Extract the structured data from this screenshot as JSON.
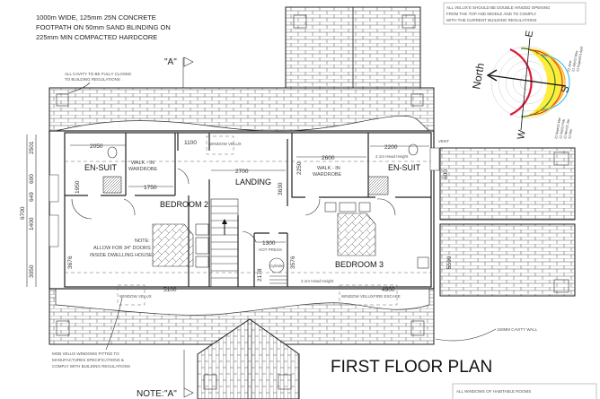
{
  "drawing": {
    "title": "FIRST FLOOR PLAN",
    "footpath_note": [
      "1000m WIDE, 125mm 25N CONCRETE",
      "FOOTPATH ON 50mm SAND BLINDING ON",
      "225mm MIN COMPACTED HARDCORE"
    ],
    "cavity_note": [
      "ALL CAVITY TO BE FULLY CLOSED",
      "TO BUILDING REGULATIONS"
    ],
    "velux_top_note": [
      "ALL VELUX'S SHOULD BE DOUBLE HINGED OPENING",
      "FROM THE TOP AND MIDDLE AND TO COMPLY",
      "WITH THE CURRENT BUILDING REGULATIONS"
    ],
    "velux_fit_note": [
      "MOB VELUX WINDOWS FITTED TO",
      "MANUFACTURES SPECIFICATIONS &",
      "COMPLY WITH BUILDING REGULATIONS"
    ],
    "cavity_wall_label": "150MM CAVITY WALL",
    "section_marker": "\"A\"",
    "bottom_note": "NOTE:",
    "windows_note": "ALL WINDOWS OF HABITABLE ROOMS",
    "vent_label": "VENT",
    "head_height": "2.1m Head Height",
    "window_velux": "WINDOW VELUX",
    "fire_escape": "FIRE ESCAPE",
    "hot_press": "HOT PRESS",
    "cylinder": "Cylinder"
  },
  "rooms": {
    "ensuite_left": "EN-SUIT",
    "walkin_left": [
      "WALK - IN",
      "WARDROBE"
    ],
    "bedroom2": "BEDROOM 2",
    "landing": "LANDING",
    "walkin_right": [
      "WALK - IN",
      "WARDROBE"
    ],
    "ensuite_right": "EN-SUIT",
    "bedroom3": "BEDROOM 3",
    "door_note": [
      "NOTE:",
      "ALLOW FOR 34\" DOORS",
      "INSIDE DWELLING HOUSE."
    ]
  },
  "dimensions": {
    "d2050": "2050",
    "d1950": "1950",
    "d1750": "1750",
    "d1100": "1100",
    "d2700": "2700",
    "d3630": "3630",
    "d2250": "2250",
    "d2600": "2600",
    "d2200": "2200",
    "d600r": "600",
    "d5599": "5599",
    "d1300": "1300",
    "d2178": "2178",
    "d3576": "3576",
    "d3676": "3676",
    "d5100": "5100",
    "d4900": "4900",
    "left": [
      "2501",
      "600",
      "649",
      "1400",
      "3050"
    ],
    "left_total": "6700"
  },
  "sun_chart": {
    "north": "North",
    "e": "E",
    "s": "S",
    "w": "W",
    "legend_right": [
      "21 June",
      "21 July/21 May",
      "21 August/21 April"
    ],
    "legend_bottom": [
      "21 Sept/21 Mar",
      "21 Oct/21 Feb",
      "21 Nov/21 Jan",
      "21 Dec"
    ],
    "colors": [
      "#d81b3a",
      "#7a1fa2",
      "#1a237e",
      "#e040fb",
      "#29b6f6",
      "#ff9800",
      "#2e7d32",
      "#ffeb3b"
    ]
  }
}
